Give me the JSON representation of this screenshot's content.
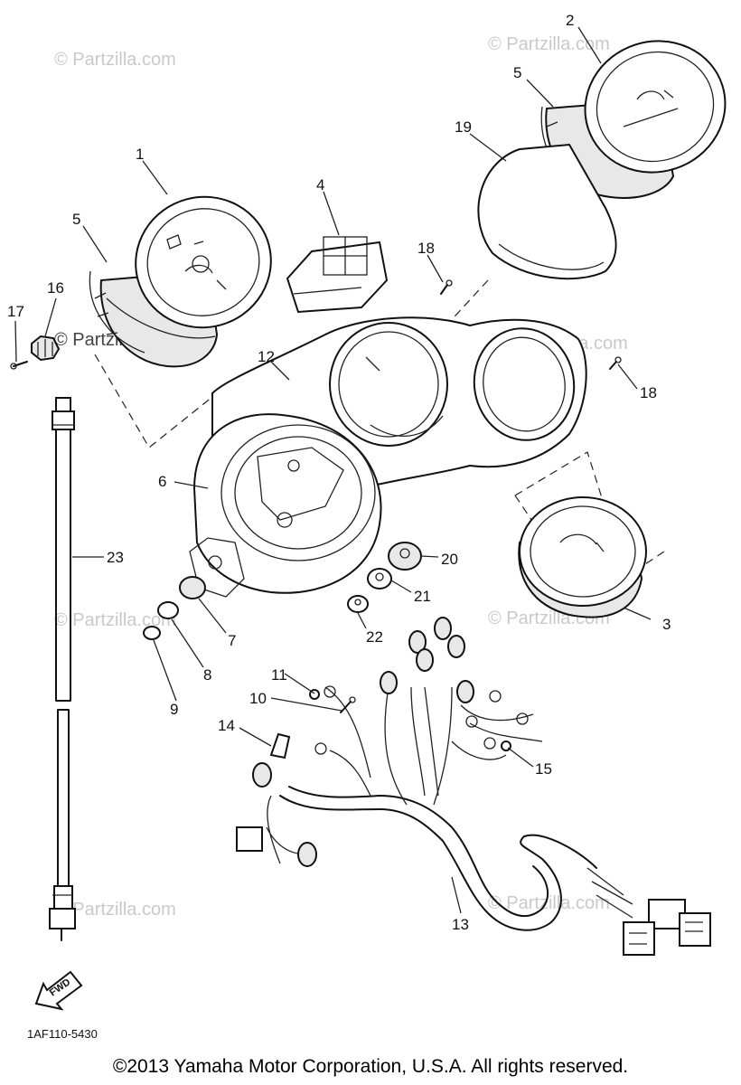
{
  "callouts": {
    "c1": "1",
    "c2": "2",
    "c3": "3",
    "c4": "4",
    "c5a": "5",
    "c5b": "5",
    "c6": "6",
    "c7": "7",
    "c8": "8",
    "c9": "9",
    "c10": "10",
    "c11": "11",
    "c12": "12",
    "c13": "13",
    "c14": "14",
    "c15": "15",
    "c16": "16",
    "c17": "17",
    "c18a": "18",
    "c18b": "18",
    "c19": "19",
    "c20": "20",
    "c21": "21",
    "c22": "22",
    "c23": "23"
  },
  "watermark": "© Partzilla.com",
  "fwd_label": "FWD",
  "drawing_code": "1AF110-5430",
  "copyright": "©2013 Yamaha Motor Corporation, U.S.A. All rights reserved."
}
